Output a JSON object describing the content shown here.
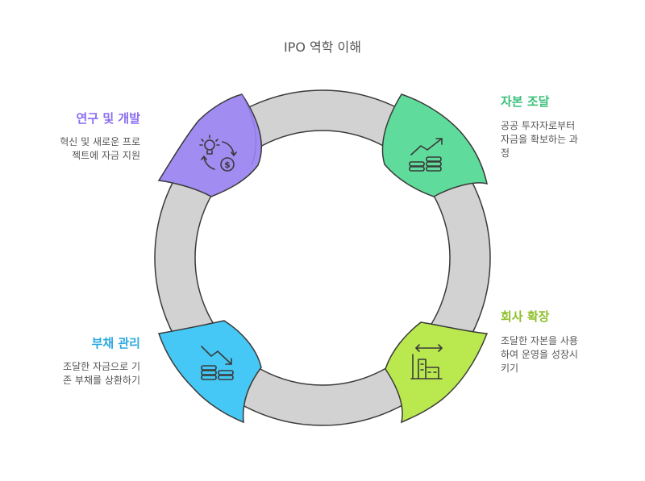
{
  "title": "IPO 역학 이해",
  "colors": {
    "ring": "#d2d2d2",
    "ring_stroke": "#3a3a3a",
    "purple": "#a18cf2",
    "green": "#5fdc9c",
    "lime": "#b9e94f",
    "blue": "#45c8f5",
    "purple_text": "#8a6cf0",
    "green_text": "#3bbf7a",
    "lime_text": "#8fbf2a",
    "blue_text": "#2aa8e0"
  },
  "stages": [
    {
      "id": "research",
      "title": "연구 및 개발",
      "desc_lines": [
        "혁신 및 새로운 프로",
        "젝트에 자금 지원"
      ],
      "icon": "lightbulb-money-cycle-icon"
    },
    {
      "id": "capital",
      "title": "자본 조달",
      "desc_lines": [
        "공공 투자자로부터",
        "자금을 확보하는 과",
        "정"
      ],
      "icon": "coins-growth-icon"
    },
    {
      "id": "expansion",
      "title": "회사 확장",
      "desc_lines": [
        "조달한 자본을 사용",
        "하여 운영을 성장시",
        "키기"
      ],
      "icon": "building-expand-icon"
    },
    {
      "id": "debt",
      "title": "부채 관리",
      "desc_lines": [
        "조달한 자금으로 기",
        "존 부채를 상환하기"
      ],
      "icon": "coins-decline-icon"
    }
  ]
}
